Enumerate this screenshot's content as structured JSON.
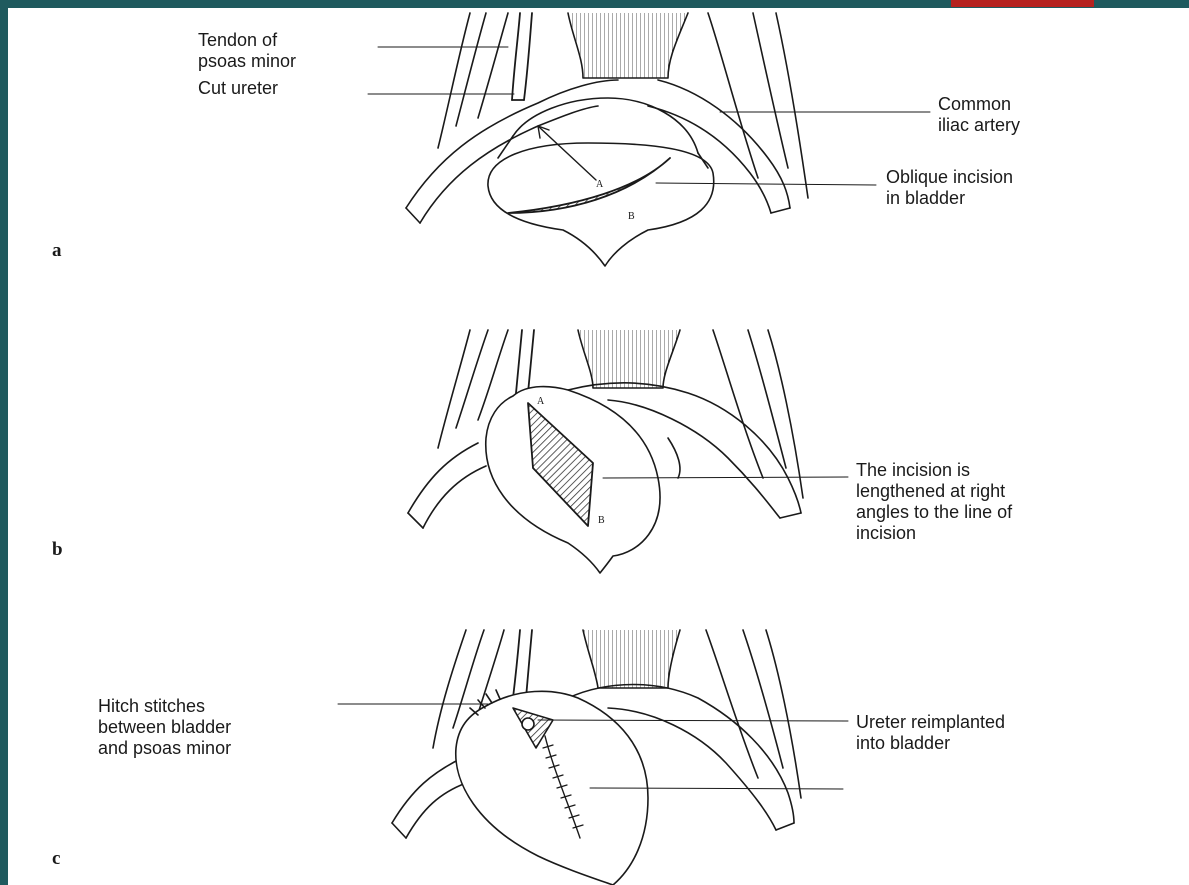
{
  "colors": {
    "frame": "#1f5a5e",
    "accent": "#b5221f",
    "ink": "#1a1a1a"
  },
  "panels": [
    {
      "letter": "a",
      "labels": {
        "tendon": "Tendon of\npsoas minor",
        "cut_ureter": "Cut ureter",
        "common_iliac": "Common\niliac artery",
        "oblique_incision": "Oblique incision\nin bladder"
      },
      "point_a": "A",
      "point_b": "B"
    },
    {
      "letter": "b",
      "labels": {
        "lengthened": "The incision is\nlengthened at right\nangles to the line of\nincision"
      },
      "point_a": "A",
      "point_b": "B"
    },
    {
      "letter": "c",
      "labels": {
        "hitch": "Hitch stitches\nbetween bladder\nand psoas minor",
        "reimplanted": "Ureter reimplanted\ninto bladder"
      }
    }
  ]
}
